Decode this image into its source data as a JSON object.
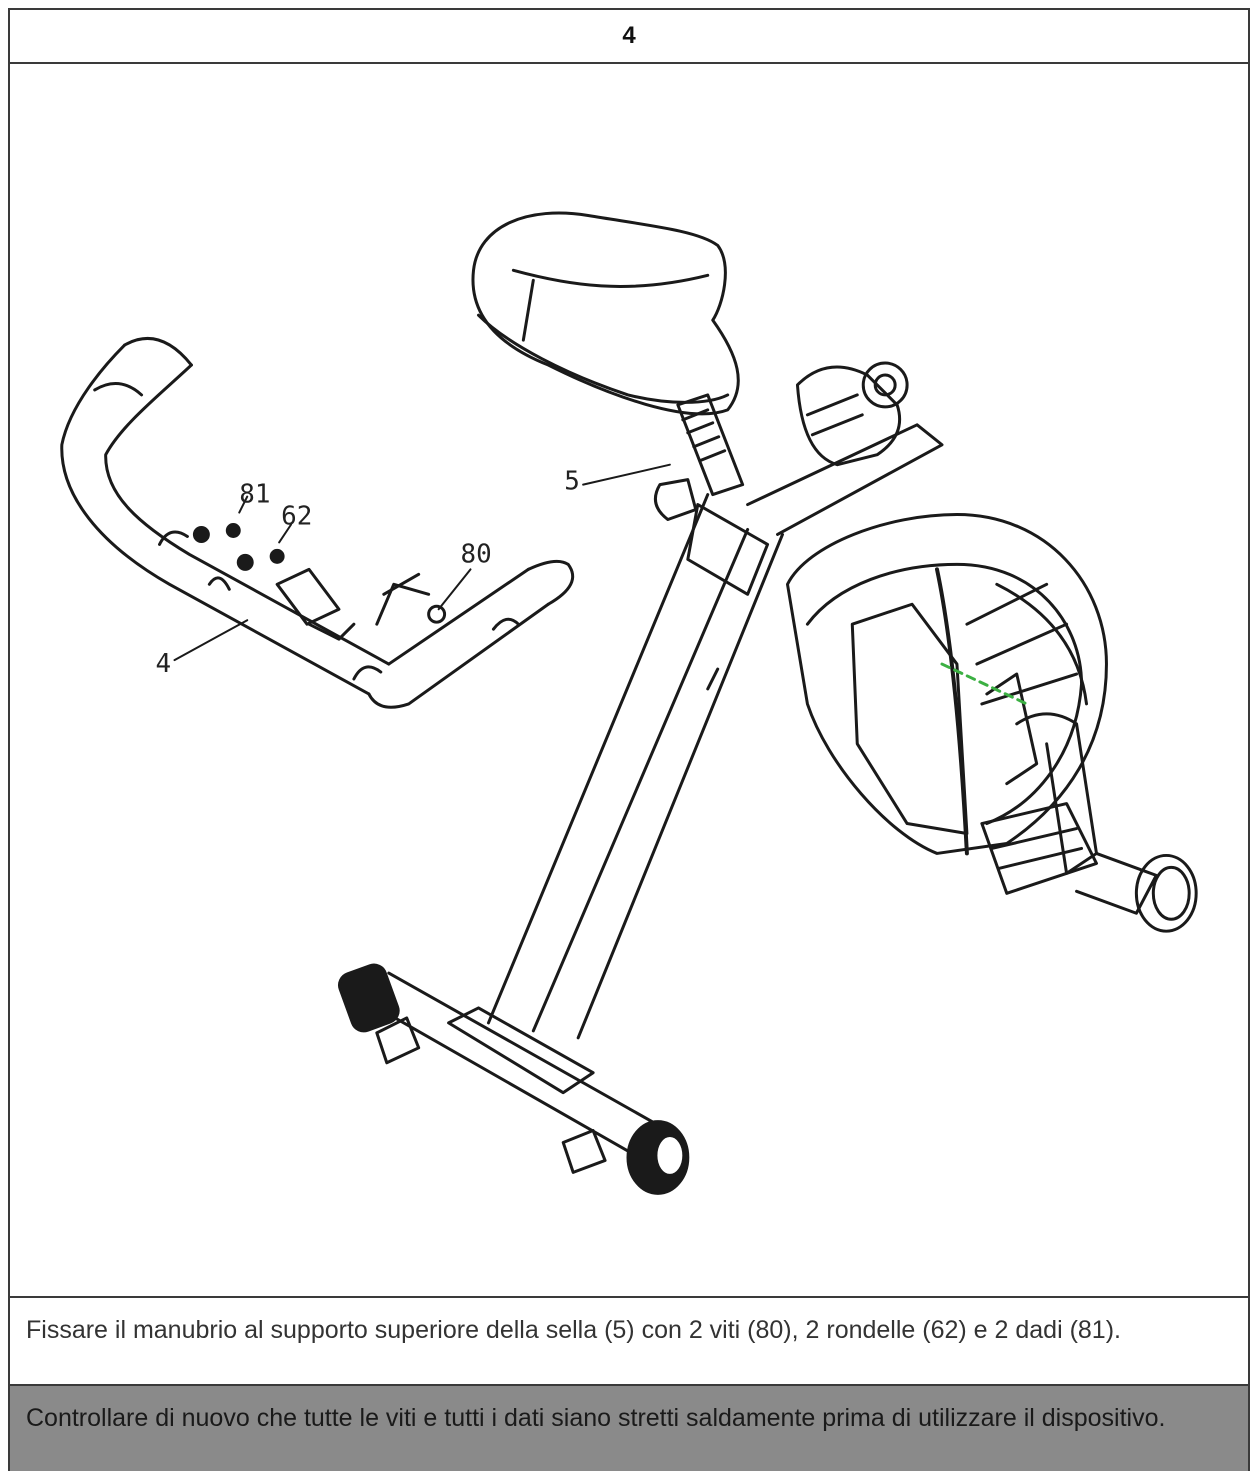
{
  "step": {
    "number": "4"
  },
  "figure": {
    "callouts": {
      "seat_post": "5",
      "nut": "81",
      "washer": "62",
      "screw": "80",
      "handlebar": "4"
    }
  },
  "instruction": {
    "text": "Fissare il manubrio al supporto superiore della sella (5) con 2 viti (80), 2 rondelle (62) e 2 dadi (81)."
  },
  "note": {
    "text": "Controllare di nuovo che tutte le viti e tutti i dati siano stretti saldamente prima di utilizzare il dispositivo."
  }
}
